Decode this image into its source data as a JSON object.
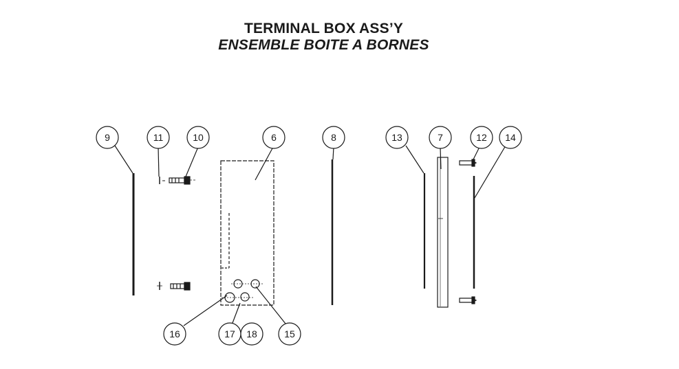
{
  "title": {
    "line1": "TERMINAL BOX ASS’Y",
    "line2": "ENSEMBLE BOITE A BORNES"
  },
  "callouts": [
    {
      "id": "c9",
      "label": "9"
    },
    {
      "id": "c11",
      "label": "11"
    },
    {
      "id": "c10",
      "label": "10"
    },
    {
      "id": "c6",
      "label": "6"
    },
    {
      "id": "c8",
      "label": "8"
    },
    {
      "id": "c13",
      "label": "13"
    },
    {
      "id": "c7",
      "label": "7"
    },
    {
      "id": "c12",
      "label": "12"
    },
    {
      "id": "c14",
      "label": "14"
    },
    {
      "id": "c16",
      "label": "16"
    },
    {
      "id": "c17",
      "label": "17"
    },
    {
      "id": "c18",
      "label": "18"
    },
    {
      "id": "c15",
      "label": "15"
    }
  ]
}
